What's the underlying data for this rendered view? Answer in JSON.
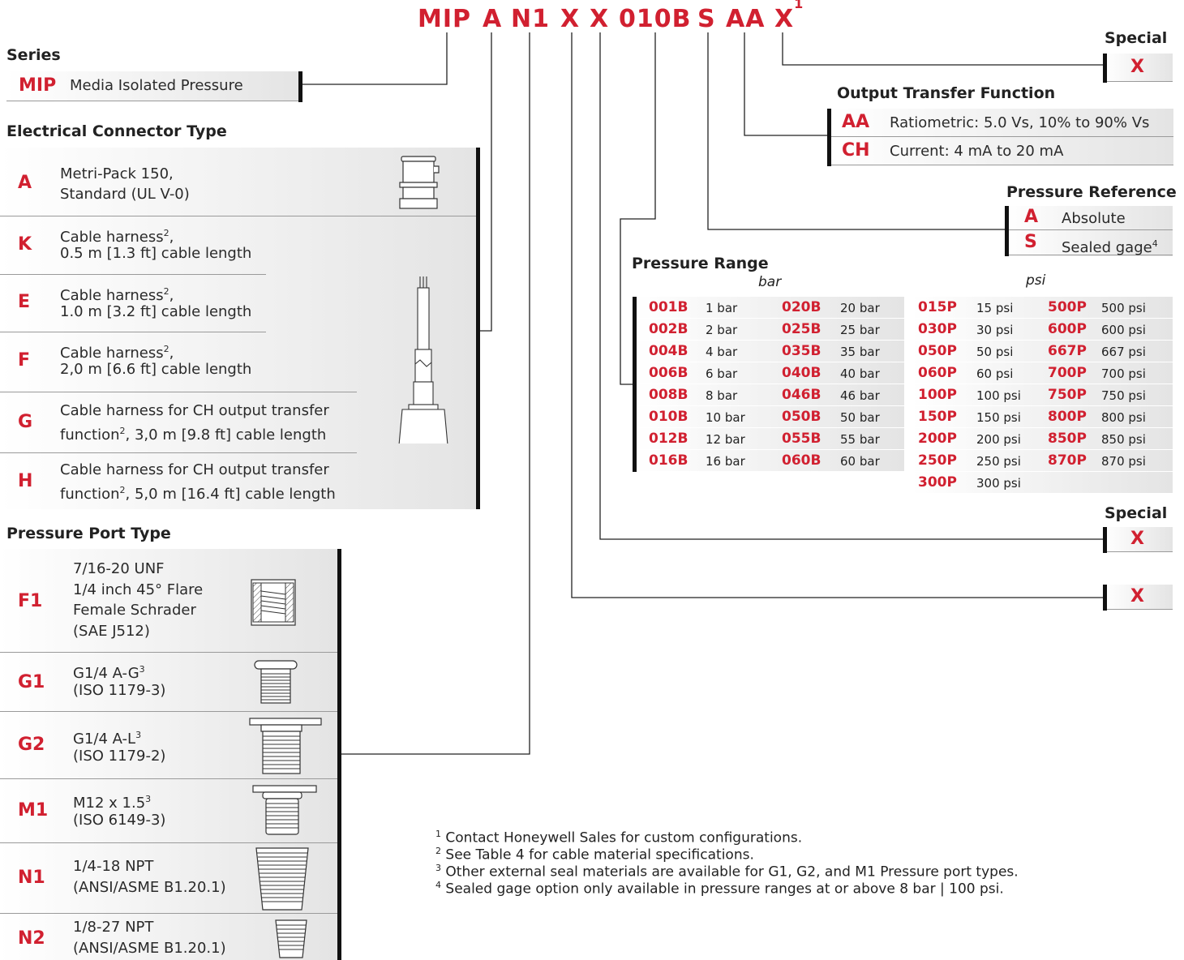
{
  "part_number": {
    "segments": [
      "MIP",
      "A",
      "N1",
      "X",
      "X",
      "010B",
      "S",
      "AA",
      "X"
    ],
    "footnote_mark": "1"
  },
  "series": {
    "title": "Series",
    "code": "MIP",
    "label": "Media Isolated Pressure"
  },
  "electrical": {
    "title": "Electrical Connector Type",
    "items": [
      {
        "code": "A",
        "line1": "Metri-Pack 150,",
        "line2": "Standard (UL V-0)",
        "sup": ""
      },
      {
        "code": "K",
        "line1": "Cable harness",
        "line2": "0.5 m [1.3 ft] cable length",
        "sup": "2"
      },
      {
        "code": "E",
        "line1": "Cable harness",
        "line2": "1.0 m [3.2 ft] cable length",
        "sup": "2"
      },
      {
        "code": "F",
        "line1": "Cable harness",
        "line2": "2,0 m [6.6 ft] cable length",
        "sup": "2"
      },
      {
        "code": "G",
        "line1": "Cable harness for CH output transfer",
        "line2a": "function",
        "line2b": ", 3,0 m [9.8 ft] cable length",
        "sup": "2"
      },
      {
        "code": "H",
        "line1": "Cable harness for CH output transfer",
        "line2a": "function",
        "line2b": ", 5,0 m [16.4 ft] cable length",
        "sup": "2"
      }
    ]
  },
  "port": {
    "title": "Pressure Port Type",
    "items": [
      {
        "code": "F1",
        "lines": [
          "7/16-20 UNF",
          "1/4 inch 45° Flare",
          "Female Schrader",
          "(SAE J512)"
        ]
      },
      {
        "code": "G1",
        "lines": [
          "G1/4 A-G",
          "(ISO 1179-3)"
        ],
        "sup": "3"
      },
      {
        "code": "G2",
        "lines": [
          "G1/4 A-L",
          "(ISO 1179-2)"
        ],
        "sup": "3"
      },
      {
        "code": "M1",
        "lines": [
          "M12 x 1.5",
          "(ISO 6149-3)"
        ],
        "sup": "3"
      },
      {
        "code": "N1",
        "lines": [
          "1/4-18 NPT",
          "(ANSI/ASME B1.20.1)"
        ]
      },
      {
        "code": "N2",
        "lines": [
          "1/8-27 NPT",
          "(ANSI/ASME B1.20.1)"
        ]
      }
    ]
  },
  "special_top": {
    "title": "Special",
    "code": "X"
  },
  "output": {
    "title": "Output Transfer Function",
    "items": [
      {
        "code": "AA",
        "label": "Ratiometric: 5.0 Vs, 10% to 90% Vs"
      },
      {
        "code": "CH",
        "label": "Current: 4 mA to 20 mA"
      }
    ]
  },
  "reference": {
    "title": "Pressure Reference",
    "items": [
      {
        "code": "A",
        "label": "Absolute",
        "sup": ""
      },
      {
        "code": "S",
        "label": "Sealed gage",
        "sup": "4"
      }
    ]
  },
  "range": {
    "title": "Pressure Range",
    "bar_label": "bar",
    "psi_label": "psi",
    "bar_rows": [
      [
        "001B",
        "1 bar",
        "020B",
        "20 bar"
      ],
      [
        "002B",
        "2 bar",
        "025B",
        "25 bar"
      ],
      [
        "004B",
        "4 bar",
        "035B",
        "35 bar"
      ],
      [
        "006B",
        "6 bar",
        "040B",
        "40 bar"
      ],
      [
        "008B",
        "8 bar",
        "046B",
        "46 bar"
      ],
      [
        "010B",
        "10 bar",
        "050B",
        "50 bar"
      ],
      [
        "012B",
        "12 bar",
        "055B",
        "55 bar"
      ],
      [
        "016B",
        "16 bar",
        "060B",
        "60 bar"
      ]
    ],
    "psi_rows": [
      [
        "015P",
        "15 psi",
        "500P",
        "500 psi"
      ],
      [
        "030P",
        "30 psi",
        "600P",
        "600 psi"
      ],
      [
        "050P",
        "50 psi",
        "667P",
        "667 psi"
      ],
      [
        "060P",
        "60 psi",
        "700P",
        "700 psi"
      ],
      [
        "100P",
        "100 psi",
        "750P",
        "750 psi"
      ],
      [
        "150P",
        "150 psi",
        "800P",
        "800 psi"
      ],
      [
        "200P",
        "200 psi",
        "850P",
        "850 psi"
      ],
      [
        "250P",
        "250 psi",
        "870P",
        "870 psi"
      ],
      [
        "300P",
        "300 psi",
        "",
        ""
      ]
    ]
  },
  "special_mid": {
    "title": "Special",
    "code": "X"
  },
  "special_low": {
    "code": "X"
  },
  "footnotes": [
    {
      "num": "1",
      "text": "Contact Honeywell Sales for custom configurations."
    },
    {
      "num": "2",
      "text": "See Table 4 for cable material specifications."
    },
    {
      "num": "3",
      "text": "Other external seal materials are available for G1, G2, and M1 Pressure port types."
    },
    {
      "num": "4",
      "text": "Sealed gage option only available in pressure ranges at or above 8 bar | 100 psi."
    }
  ]
}
